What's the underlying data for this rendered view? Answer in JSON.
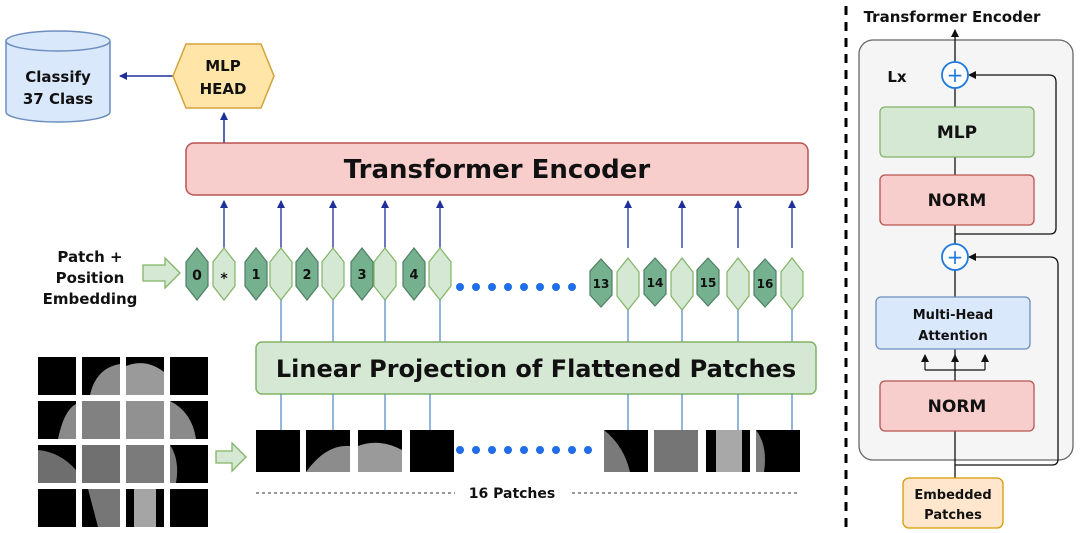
{
  "classify": {
    "line1": "Classify",
    "line2": "37 Class"
  },
  "mlp_head": {
    "line1": "MLP",
    "line2": "HEAD"
  },
  "transformer_encoder_label": "Transformer Encoder",
  "embedding_label": {
    "line1": "Patch +",
    "line2": "Position",
    "line3": "Embedding"
  },
  "tokens": [
    "0",
    "*",
    "1",
    "2",
    "3",
    "4",
    "13",
    "14",
    "15",
    "16"
  ],
  "linear_projection_label": "Linear Projection of Flattened Patches",
  "patches_label": "16 Patches",
  "encoder_detail": {
    "title": "Transformer Encoder",
    "repeat_label": "Lx",
    "mlp": "MLP",
    "norm_top": "NORM",
    "attention_line1": "Multi-Head",
    "attention_line2": "Attention",
    "norm_bottom": "NORM",
    "input_line1": "Embedded",
    "input_line2": "Patches",
    "add_symbol": "+"
  },
  "colors": {
    "arrow": "#1f2f9a",
    "encoder_fill": "#f8cecc",
    "encoder_stroke": "#b85450",
    "projection_fill": "#d5e8d4",
    "projection_stroke": "#82b366",
    "token_dark": "#75b08f",
    "token_light": "#d5e8d4",
    "mlp_head_fill": "#ffe6a8",
    "mlp_head_stroke": "#d6a23a",
    "classify_fill": "#dae8fc",
    "classify_stroke": "#6c8ebf",
    "dots": "#1f6ee8",
    "add_circle": "#1f7ae0",
    "panel_fill": "#f5f5f5",
    "attention_fill": "#dae8fc",
    "input_fill": "#ffe6cc"
  }
}
